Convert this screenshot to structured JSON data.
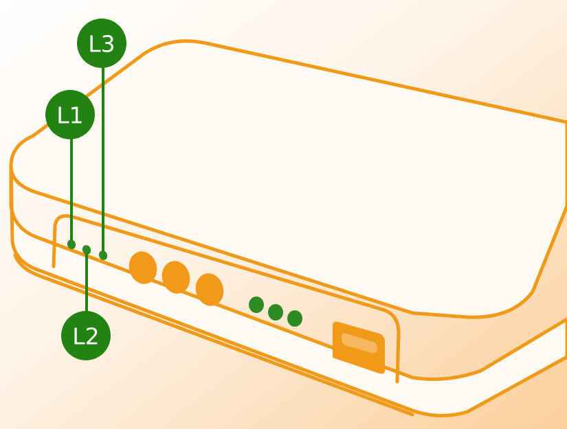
{
  "colors": {
    "background_top": "#ffffff",
    "background_bottom": "#fbd5a8",
    "body_fill": "#fff8f0",
    "outline": "#f19a1a",
    "port": "#f19a1a",
    "port_light": "#f7b660",
    "led": "#2e8b23",
    "callout_fill": "#238312",
    "callout_text": "#ffffff"
  },
  "callouts": [
    {
      "id": "L1",
      "label": "L1"
    },
    {
      "id": "L2",
      "label": "L2"
    },
    {
      "id": "L3",
      "label": "L3"
    }
  ],
  "icons": {
    "device": "router-icon",
    "ports": "round-port-icon",
    "usb": "usb-port-icon"
  }
}
